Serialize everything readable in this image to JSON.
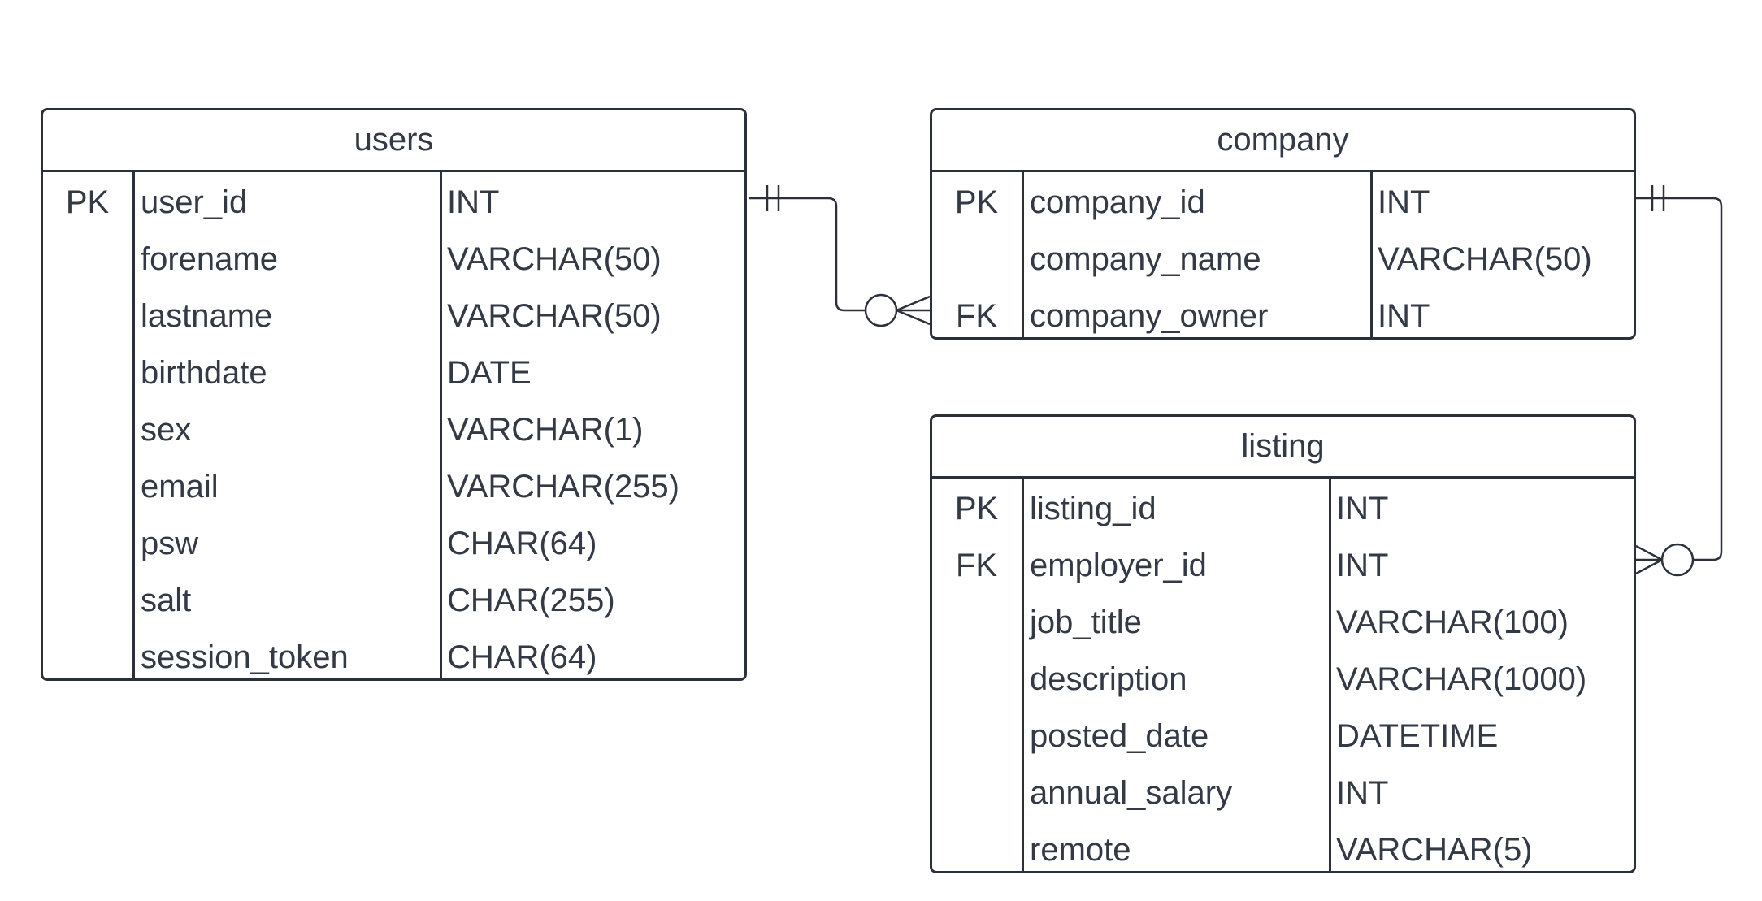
{
  "colors": {
    "line": "#2b303a",
    "text": "#333a45",
    "background": "#ffffff"
  },
  "entities": {
    "users": {
      "title": "users",
      "rows": [
        {
          "key": "PK",
          "name": "user_id",
          "type": "INT"
        },
        {
          "key": "",
          "name": "forename",
          "type": "VARCHAR(50)"
        },
        {
          "key": "",
          "name": "lastname",
          "type": "VARCHAR(50)"
        },
        {
          "key": "",
          "name": "birthdate",
          "type": "DATE"
        },
        {
          "key": "",
          "name": "sex",
          "type": "VARCHAR(1)"
        },
        {
          "key": "",
          "name": "email",
          "type": "VARCHAR(255)"
        },
        {
          "key": "",
          "name": "psw",
          "type": "CHAR(64)"
        },
        {
          "key": "",
          "name": "salt",
          "type": "CHAR(255)"
        },
        {
          "key": "",
          "name": "session_token",
          "type": "CHAR(64)"
        }
      ]
    },
    "company": {
      "title": "company",
      "rows": [
        {
          "key": "PK",
          "name": "company_id",
          "type": "INT"
        },
        {
          "key": "",
          "name": "company_name",
          "type": "VARCHAR(50)"
        },
        {
          "key": "FK",
          "name": "company_owner",
          "type": "INT"
        }
      ]
    },
    "listing": {
      "title": "listing",
      "rows": [
        {
          "key": "PK",
          "name": "listing_id",
          "type": "INT"
        },
        {
          "key": "FK",
          "name": "employer_id",
          "type": "INT"
        },
        {
          "key": "",
          "name": "job_title",
          "type": "VARCHAR(100)"
        },
        {
          "key": "",
          "name": "description",
          "type": "VARCHAR(1000)"
        },
        {
          "key": "",
          "name": "posted_date",
          "type": "DATETIME"
        },
        {
          "key": "",
          "name": "annual_salary",
          "type": "INT"
        },
        {
          "key": "",
          "name": "remote",
          "type": "VARCHAR(5)"
        }
      ]
    }
  },
  "relationships": [
    {
      "from": "users.user_id",
      "to": "company.company_owner",
      "from_cardinality": "exactly-one",
      "to_cardinality": "zero-or-many"
    },
    {
      "from": "company.company_id",
      "to": "listing.employer_id",
      "from_cardinality": "exactly-one",
      "to_cardinality": "zero-or-many"
    }
  ]
}
